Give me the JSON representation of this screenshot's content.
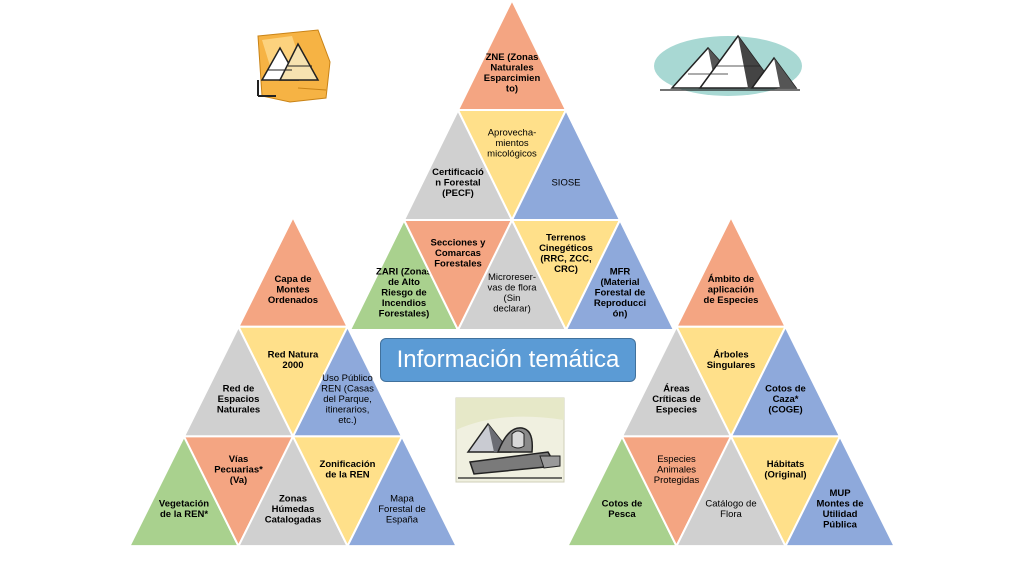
{
  "title": "Información temática",
  "colors": {
    "orange": "#f4a582",
    "yellow": "#ffe08a",
    "blue": "#8ea9db",
    "gray": "#d0d0d0",
    "green": "#a9d18e",
    "stroke": "#ffffff",
    "title_bg": "#5b9bd5"
  },
  "pyramids": [
    {
      "id": "top",
      "cells": [
        {
          "row": 0,
          "pos": 0,
          "dir": "up",
          "color": "orange",
          "bold": true,
          "lines": [
            "ZNE (Zonas",
            "Naturales",
            "Esparcimien",
            "to)"
          ]
        },
        {
          "row": 1,
          "pos": 0,
          "dir": "up",
          "color": "gray",
          "bold": true,
          "lines": [
            "Certificació",
            "n Forestal",
            "(PECF)"
          ]
        },
        {
          "row": 1,
          "pos": 1,
          "dir": "down",
          "color": "yellow",
          "bold": false,
          "lines": [
            "Aprovecha-",
            "mientos",
            "micológicos"
          ]
        },
        {
          "row": 1,
          "pos": 2,
          "dir": "up",
          "color": "blue",
          "bold": false,
          "lines": [
            "SIOSE"
          ]
        },
        {
          "row": 2,
          "pos": 0,
          "dir": "up",
          "color": "green",
          "bold": true,
          "lines": [
            "ZARI (Zonas",
            "de Alto",
            "Riesgo de",
            "Incendios",
            "Forestales)"
          ]
        },
        {
          "row": 2,
          "pos": 1,
          "dir": "down",
          "color": "orange",
          "bold": true,
          "lines": [
            "Secciones y",
            "Comarcas",
            "Forestales"
          ]
        },
        {
          "row": 2,
          "pos": 2,
          "dir": "up",
          "color": "gray",
          "bold": false,
          "lines": [
            "Microreser-",
            "vas de flora",
            "(Sin",
            "declarar)"
          ]
        },
        {
          "row": 2,
          "pos": 3,
          "dir": "down",
          "color": "yellow",
          "bold": true,
          "lines": [
            "Terrenos",
            "Cinegéticos",
            "(RRC, ZCC,",
            "CRC)"
          ]
        },
        {
          "row": 2,
          "pos": 4,
          "dir": "up",
          "color": "blue",
          "bold": true,
          "lines": [
            "MFR",
            "(Material",
            "Forestal de",
            "Reproducci",
            "ón)"
          ]
        }
      ]
    },
    {
      "id": "left",
      "cells": [
        {
          "row": 0,
          "pos": 0,
          "dir": "up",
          "color": "orange",
          "bold": true,
          "lines": [
            "Capa de",
            "Montes",
            "Ordenados"
          ]
        },
        {
          "row": 1,
          "pos": 0,
          "dir": "up",
          "color": "gray",
          "bold": true,
          "lines": [
            "Red de",
            "Espacios",
            "Naturales"
          ]
        },
        {
          "row": 1,
          "pos": 1,
          "dir": "down",
          "color": "yellow",
          "bold": true,
          "lines": [
            "Red Natura",
            "2000"
          ]
        },
        {
          "row": 1,
          "pos": 2,
          "dir": "up",
          "color": "blue",
          "bold": false,
          "lines": [
            "Uso Público",
            "REN (Casas",
            "del Parque,",
            "itinerarios,",
            "etc.)"
          ]
        },
        {
          "row": 2,
          "pos": 0,
          "dir": "up",
          "color": "green",
          "bold": true,
          "lines": [
            "Vegetación",
            "de la REN*"
          ]
        },
        {
          "row": 2,
          "pos": 1,
          "dir": "down",
          "color": "orange",
          "bold": true,
          "lines": [
            "Vías",
            "Pecuarias*",
            "(Va)"
          ]
        },
        {
          "row": 2,
          "pos": 2,
          "dir": "up",
          "color": "gray",
          "bold": true,
          "lines": [
            "Zonas",
            "Húmedas",
            "Catalogadas"
          ]
        },
        {
          "row": 2,
          "pos": 3,
          "dir": "down",
          "color": "yellow",
          "bold": true,
          "lines": [
            "Zonificación",
            "de la REN"
          ]
        },
        {
          "row": 2,
          "pos": 4,
          "dir": "up",
          "color": "blue",
          "bold": false,
          "lines": [
            "Mapa",
            "Forestal de",
            "España"
          ]
        }
      ]
    },
    {
      "id": "right",
      "cells": [
        {
          "row": 0,
          "pos": 0,
          "dir": "up",
          "color": "orange",
          "bold": true,
          "lines": [
            "Ámbito de",
            "aplicación",
            "de Especies"
          ]
        },
        {
          "row": 1,
          "pos": 0,
          "dir": "up",
          "color": "gray",
          "bold": true,
          "lines": [
            "Áreas",
            "Críticas de",
            "Especies"
          ]
        },
        {
          "row": 1,
          "pos": 1,
          "dir": "down",
          "color": "yellow",
          "bold": true,
          "lines": [
            "Árboles",
            "Singulares"
          ]
        },
        {
          "row": 1,
          "pos": 2,
          "dir": "up",
          "color": "blue",
          "bold": true,
          "lines": [
            "Cotos de",
            "Caza*",
            "(COGE)"
          ]
        },
        {
          "row": 2,
          "pos": 0,
          "dir": "up",
          "color": "green",
          "bold": true,
          "lines": [
            "Cotos de",
            "Pesca"
          ]
        },
        {
          "row": 2,
          "pos": 1,
          "dir": "down",
          "color": "orange",
          "bold": false,
          "lines": [
            "Especies",
            "Animales",
            "Protegidas"
          ]
        },
        {
          "row": 2,
          "pos": 2,
          "dir": "up",
          "color": "gray",
          "bold": false,
          "lines": [
            "Catálogo de",
            "Flora"
          ]
        },
        {
          "row": 2,
          "pos": 3,
          "dir": "down",
          "color": "yellow",
          "bold": true,
          "lines": [
            "Hábitats",
            "(Original)"
          ]
        },
        {
          "row": 2,
          "pos": 4,
          "dir": "up",
          "color": "blue",
          "bold": true,
          "lines": [
            "MUP",
            "Montes de",
            "Utilidad",
            "Pública"
          ]
        }
      ]
    }
  ],
  "clipart": [
    {
      "name": "pyramids-sign-clipart"
    },
    {
      "name": "pyramids-oval-clipart"
    },
    {
      "name": "sphinx-clipart"
    }
  ]
}
